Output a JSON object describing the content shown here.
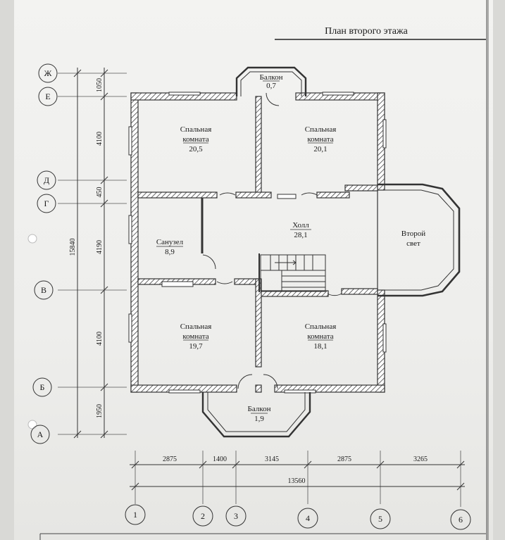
{
  "title": "План второго этажа",
  "rooms": [
    {
      "id": "balcony-top",
      "name": "Балкон",
      "area": "0,7"
    },
    {
      "id": "bedroom-nw",
      "name": "Спальная комната",
      "area": "20,5"
    },
    {
      "id": "bedroom-ne",
      "name": "Спальная комната",
      "area": "20,1"
    },
    {
      "id": "bathroom",
      "name": "Санузел",
      "area": "8,9"
    },
    {
      "id": "hall",
      "name": "Холл",
      "area": "28,1"
    },
    {
      "id": "second-light",
      "name": "Второй свет",
      "area": ""
    },
    {
      "id": "bedroom-sw",
      "name": "Спальная комната",
      "area": "19,7"
    },
    {
      "id": "bedroom-se",
      "name": "Спальная комната",
      "area": "18,1"
    },
    {
      "id": "balcony-bottom",
      "name": "Балкон",
      "area": "1,9"
    }
  ],
  "axes_rows": [
    "Ж",
    "Е",
    "Д",
    "Г",
    "В",
    "Б",
    "А"
  ],
  "axes_cols": [
    "1",
    "2",
    "3",
    "4",
    "5",
    "6"
  ],
  "dims_vertical": [
    "1050",
    "4100",
    "450",
    "4190",
    "4100",
    "1950"
  ],
  "dim_vertical_total": "15840",
  "dims_horizontal": [
    "2875",
    "1400",
    "3145",
    "2875",
    "3265"
  ],
  "dim_horizontal_total": "13560"
}
